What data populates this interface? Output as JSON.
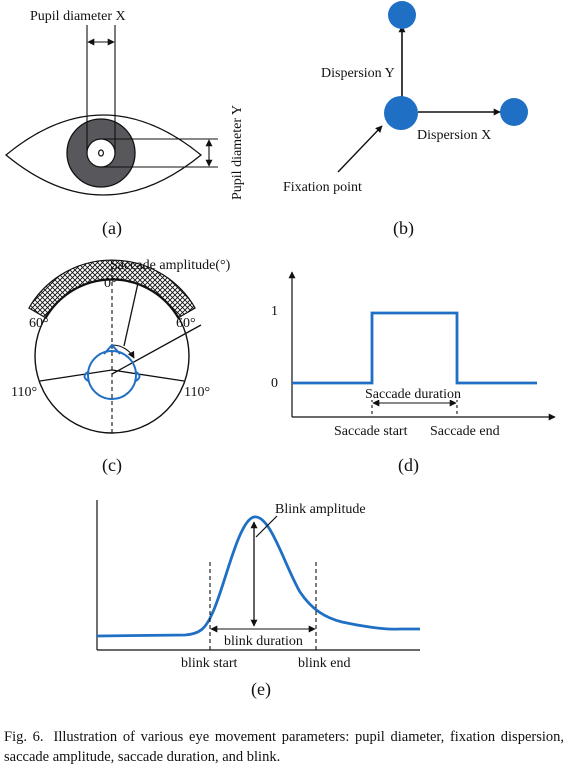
{
  "panels": {
    "a": {
      "tag": "(a)",
      "pupil_x_label": "Pupil diameter X",
      "pupil_y_label": "Pupil diameter Y"
    },
    "b": {
      "tag": "(b)",
      "dispersion_y_label": "Dispersion Y",
      "dispersion_x_label": "Dispersion X",
      "fixation_label": "Fixation point",
      "point_color": "#1f6fc4"
    },
    "c": {
      "tag": "(c)",
      "amplitude_label": "Saccade amplitude(°)",
      "angle_0": "0°",
      "angle_60_left": "60°",
      "angle_60_right": "60°",
      "angle_110_left": "110°",
      "angle_110_right": "110°"
    },
    "d": {
      "tag": "(d)",
      "y_tick_1": "1",
      "y_tick_0": "0",
      "duration_label": "Saccade duration",
      "start_label": "Saccade start",
      "end_label": "Saccade end",
      "line_color": "#1f6fc4"
    },
    "e": {
      "tag": "(e)",
      "amplitude_label": "Blink amplitude",
      "duration_label": "blink duration",
      "start_label": "blink start",
      "end_label": "blink end",
      "line_color": "#1f6fc4"
    }
  },
  "caption": {
    "prefix": "Fig. 6.",
    "text": "Illustration of various eye movement parameters: pupil diameter, fixation dispersion, saccade amplitude, saccade duration, and blink."
  }
}
